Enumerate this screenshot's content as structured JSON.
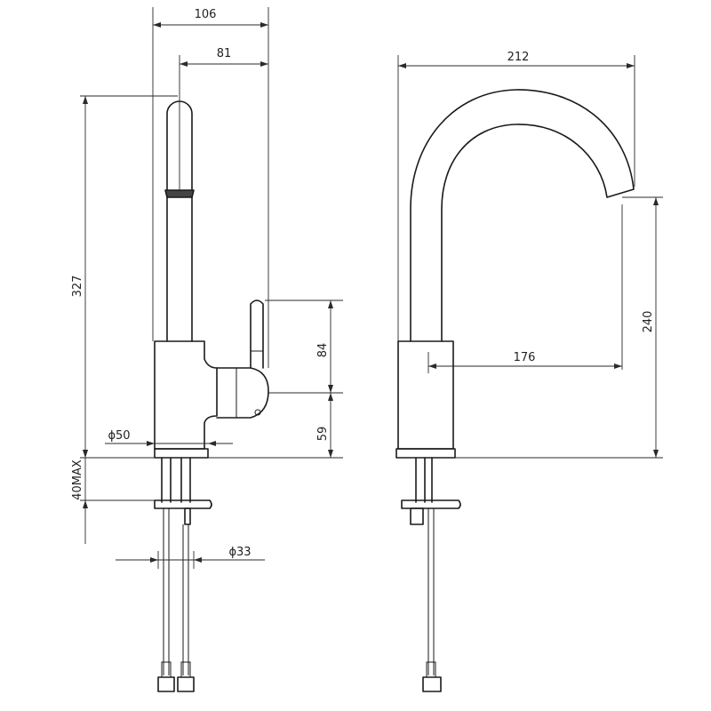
{
  "front_view": {
    "width_total": "106",
    "spout_offset": "81",
    "height_total": "327",
    "lever_height": "84",
    "body_height": "59",
    "base_diameter": "ϕ50",
    "mount_max": "40MAX",
    "shank_diameter": "ϕ33"
  },
  "side_view": {
    "reach_total": "212",
    "spout_height": "240",
    "spout_reach": "176"
  },
  "colors": {
    "line": "#1a1a1a",
    "background": "#ffffff"
  }
}
